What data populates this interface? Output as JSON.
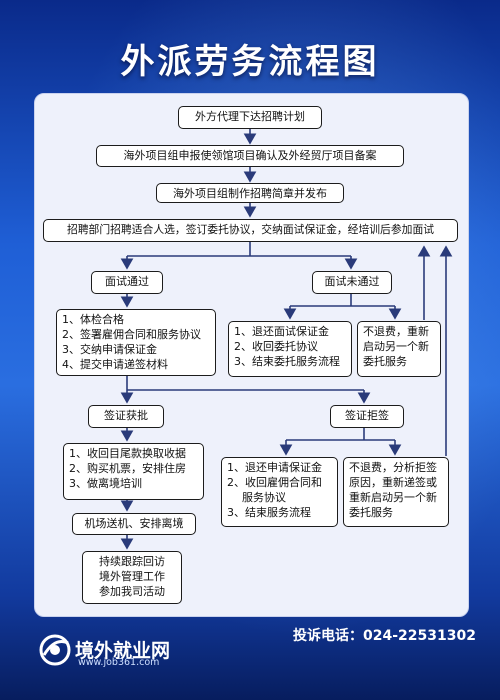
{
  "title": "外派劳务流程图",
  "steps": {
    "s1": "外方代理下达招聘计划",
    "s2": "海外项目组申报使领馆项目确认及外经贸厅项目备案",
    "s3": "海外项目组制作招聘简章并发布",
    "s4": "招聘部门招聘适合人选，签订委托协议，交纳面试保证金，经培训后参加面试"
  },
  "pass": {
    "label": "面试通过",
    "items": [
      "1、体检合格",
      "2、签署雇佣合同和服务协议",
      "3、交纳申请保证金",
      "4、提交申请递签材料"
    ]
  },
  "fail": {
    "label": "面试未通过",
    "items": [
      "1、退还面试保证金",
      "2、收回委托协议",
      "3、结束委托服务流程"
    ],
    "note": [
      "不退费，重新",
      "启动另一个新",
      "委托服务"
    ]
  },
  "visa_ok": {
    "label": "签证获批",
    "items": [
      "1、收回目尾款换取收据",
      "2、购买机票，安排住房",
      "3、做离境培训"
    ],
    "airport": "机场送机、安排离境",
    "followup": [
      "持续跟踪回访",
      "境外管理工作",
      "参加我司活动"
    ]
  },
  "visa_denied": {
    "label": "签证拒签",
    "items": [
      "1、退还申请保证金",
      "2、收回雇佣合同和",
      "服务协议",
      "3、结束服务流程"
    ],
    "note": [
      "不退费，分析拒签",
      "原因，重新递签或",
      "重新启动另一个新",
      "委托服务"
    ]
  },
  "footer": {
    "logo_name": "境外就业网",
    "logo_url": "www.job361.com",
    "phone": "投诉电话：024-22531302"
  },
  "colors": {
    "background": "#1f5fd6",
    "panel": "#eef1fb",
    "line": "#2a3b7a"
  }
}
